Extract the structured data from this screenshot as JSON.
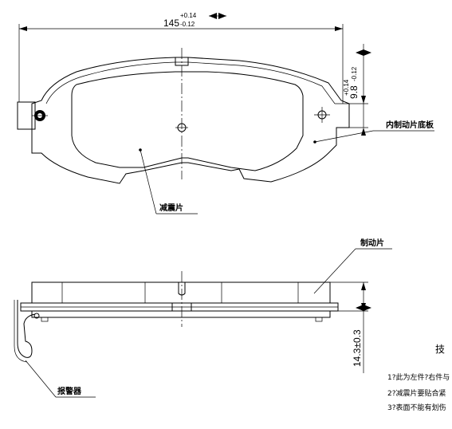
{
  "dimensions": {
    "width_value": "145",
    "width_upper_tol": "+0.14",
    "width_lower_tol": "-0.12",
    "height_value": "9.8",
    "height_upper_tol": "+0.14",
    "height_lower_tol": "-0.12",
    "thickness": "14.3±0.3"
  },
  "labels": {
    "backing_plate": "内制动片底板",
    "shim": "减震片",
    "friction_pad": "制动片",
    "wear_sensor": "报警器"
  },
  "notes": {
    "title_partial": "技",
    "items": [
      "1?此为左件?右件与",
      "2?减震片要贴合紧",
      "3?表面不能有划伤"
    ]
  }
}
